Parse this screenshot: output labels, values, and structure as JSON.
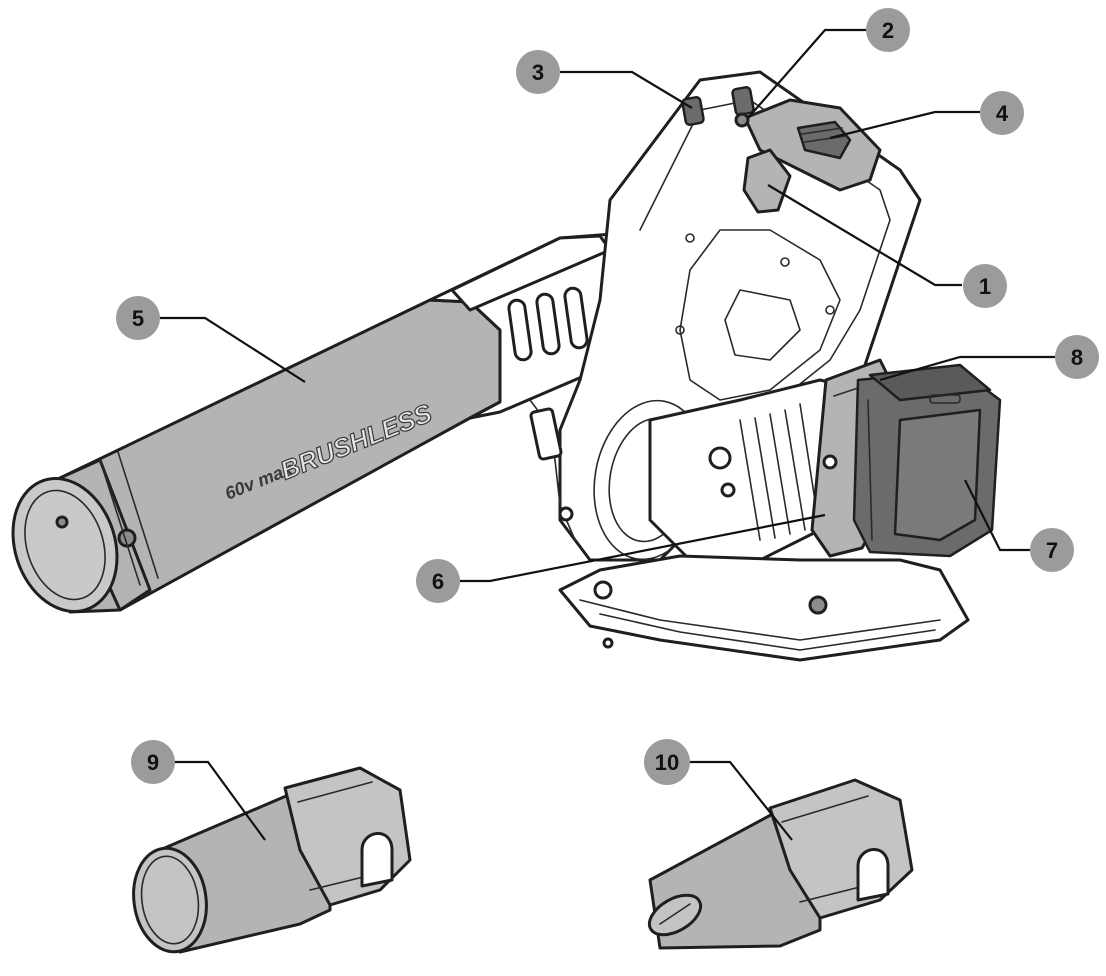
{
  "callouts": [
    {
      "id": "1",
      "label": "1"
    },
    {
      "id": "2",
      "label": "2"
    },
    {
      "id": "3",
      "label": "3"
    },
    {
      "id": "4",
      "label": "4"
    },
    {
      "id": "5",
      "label": "5"
    },
    {
      "id": "6",
      "label": "6"
    },
    {
      "id": "7",
      "label": "7"
    },
    {
      "id": "8",
      "label": "8"
    },
    {
      "id": "9",
      "label": "9"
    },
    {
      "id": "10",
      "label": "10"
    }
  ],
  "tube_brand": {
    "voltage": "60v max",
    "name": "BRUSHLESS"
  },
  "colors": {
    "badge": "#9b9b9b",
    "part_fill": "#b4b4b4",
    "battery_dark": "#6b6b6b",
    "line": "#1f1f1f"
  }
}
